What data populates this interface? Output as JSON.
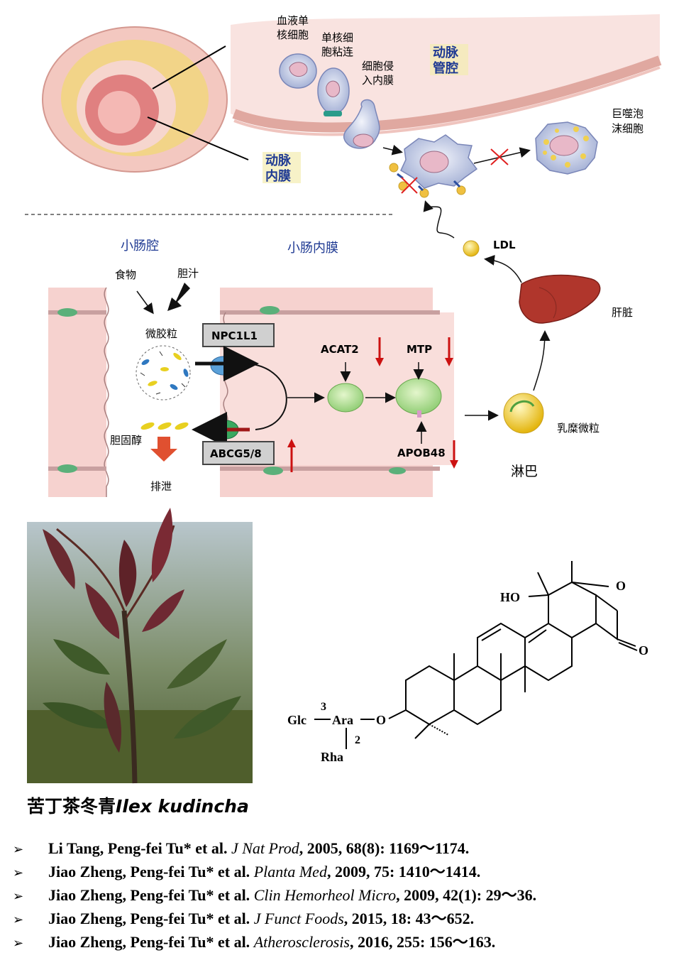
{
  "artery": {
    "monocyte_label_1": "血液单",
    "monocyte_label_2": "核细胞",
    "adhesion_label_1": "单核细",
    "adhesion_label_2": "胞粘连",
    "invade_label_1": "细胞侵",
    "invade_label_2": "入内膜",
    "lumen_label_1": "动脉",
    "lumen_label_2": "管腔",
    "intima_label_1": "动脉",
    "intima_label_2": "内膜",
    "foam_label_1": "巨噬泡",
    "foam_label_2": "沫细胞",
    "ldl_label": "LDL",
    "liver_label": "肝脏"
  },
  "intestine": {
    "lumen_label": "小肠腔",
    "mucosa_label": "小肠内膜",
    "food_label": "食物",
    "bile_label": "胆汁",
    "micelle_label": "微胶粒",
    "npc_label": "NPC1L1",
    "abcg_label": "ABCG5/8",
    "cholesterol_label": "胆固醇",
    "excretion_label": "排泄",
    "acat_label": "ACAT2",
    "mtp_label": "MTP",
    "apob_label": "APOB48",
    "chylomicron_label": "乳糜微粒",
    "lymph_label": "淋巴"
  },
  "structure": {
    "ho_label": "HO",
    "o_ring_label": "O",
    "o_keto_label": "O",
    "glc_label": "Glc",
    "ara_label": "Ara",
    "o_link_label": "O",
    "rha_label": "Rha",
    "pos3_label": "3",
    "pos2_label": "2"
  },
  "caption": {
    "cn": "苦丁茶冬青",
    "latin": "Ilex kudincha"
  },
  "references": [
    {
      "authors": "Li Tang, Peng-fei Tu* et al. ",
      "journal": "J Nat Prod",
      "rest": ", 2005, 68(8): 1169～1174."
    },
    {
      "authors": "Jiao Zheng, Peng-fei Tu* et al. ",
      "journal": "Planta Med",
      "rest": ", 2009, 75: 1410～1414."
    },
    {
      "authors": "Jiao Zheng, Peng-fei Tu* et al. ",
      "journal": "Clin Hemorheol Micro",
      "rest": ", 2009, 42(1): 29～36."
    },
    {
      "authors": "Jiao Zheng, Peng-fei Tu* et al.  ",
      "journal": "J Funct Foods",
      "rest": ", 2015, 18: 43～652."
    },
    {
      "authors": "Jiao Zheng, Peng-fei Tu* et al. ",
      "journal": "Atherosclerosis",
      "rest": ", 2016, 255: 156～163."
    }
  ],
  "colors": {
    "tissue_pink": "#f6d2cf",
    "down_arrow_red": "#cc1111",
    "label_blue": "#1f3a93",
    "npc_blue": "#5aa0d8",
    "abcg_green": "#3aa860",
    "cholesterol_yellow": "#e8d020",
    "excretion_red": "#e05030",
    "liver": "#b0362c"
  },
  "icons": {
    "bullet": "➢",
    "block_x": "cross-mark-icon",
    "down_arrow": "red-down-arrow-icon",
    "up_arrow": "red-up-arrow-icon"
  }
}
